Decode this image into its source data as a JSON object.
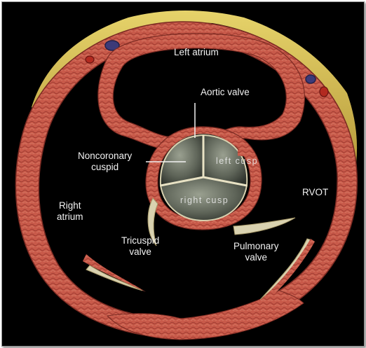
{
  "labels": {
    "left_atrium": "Left atrium",
    "aortic_valve": "Aortic valve",
    "noncoronary_cuspid": [
      "Noncoronary",
      "cuspid"
    ],
    "left_cusp": "left cusp",
    "right_cusp": "right cusp",
    "right_atrium": [
      "Right",
      "atrium"
    ],
    "rvot": "RVOT",
    "tricuspid_valve": [
      "Tricuspid",
      "valve"
    ],
    "pulmonary_valve": [
      "Pulmonary",
      "valve"
    ]
  },
  "colors": {
    "background": "#000000",
    "myocardium": "#c85a4a",
    "myocardium_dark": "#8a2e25",
    "fat": "#d8c25a",
    "valve_cusp": "#5e6458",
    "valve_leaflet": "#d9d2b0",
    "text": "#f2f2f2"
  }
}
